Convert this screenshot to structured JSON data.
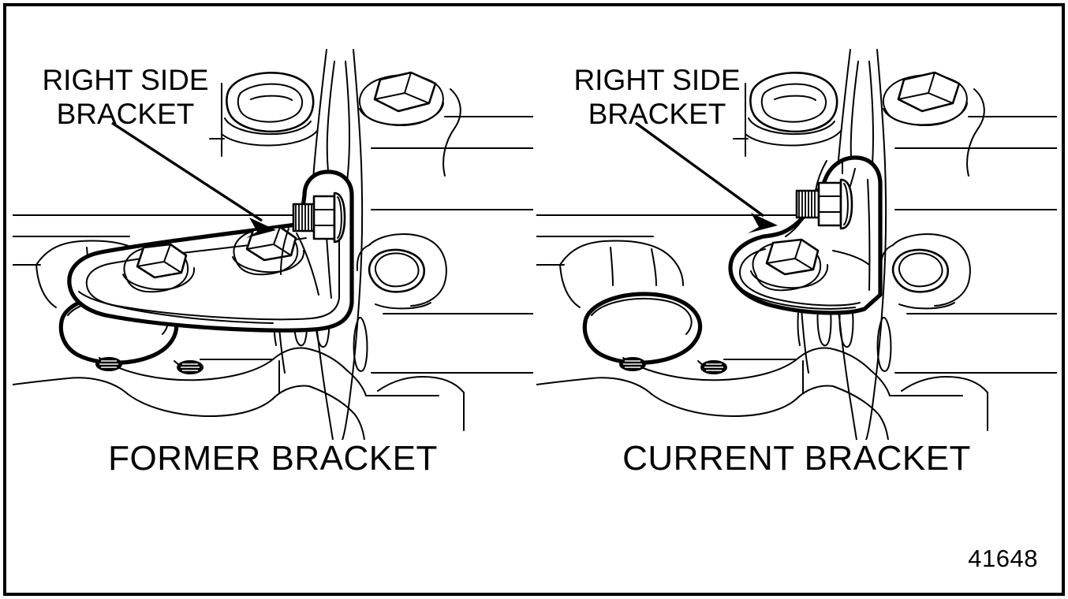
{
  "figure": {
    "number": "41648",
    "frame_color": "#000000",
    "background_color": "#ffffff",
    "line_color": "#000000"
  },
  "panels": [
    {
      "id": "former",
      "caption": "FORMER BRACKET",
      "callout": {
        "line1": "RIGHT SIDE",
        "line2": "BRACKET",
        "target": "bracket-arm-edge"
      },
      "bracket_style": "long-flat-bar",
      "fastener_count": 3,
      "icons": [
        "hex-bolt-icon",
        "hex-bolt-icon",
        "threaded-bolt-icon",
        "oval-boss-icon",
        "hex-socket-hole-icon"
      ]
    },
    {
      "id": "current",
      "caption": "CURRENT BRACKET",
      "callout": {
        "line1": "RIGHT SIDE",
        "line2": "BRACKET",
        "target": "bracket-arm-edge"
      },
      "bracket_style": "compact-triangular",
      "fastener_count": 2,
      "icons": [
        "hex-bolt-icon",
        "threaded-bolt-icon",
        "oval-boss-icon",
        "hex-socket-hole-icon"
      ]
    }
  ]
}
